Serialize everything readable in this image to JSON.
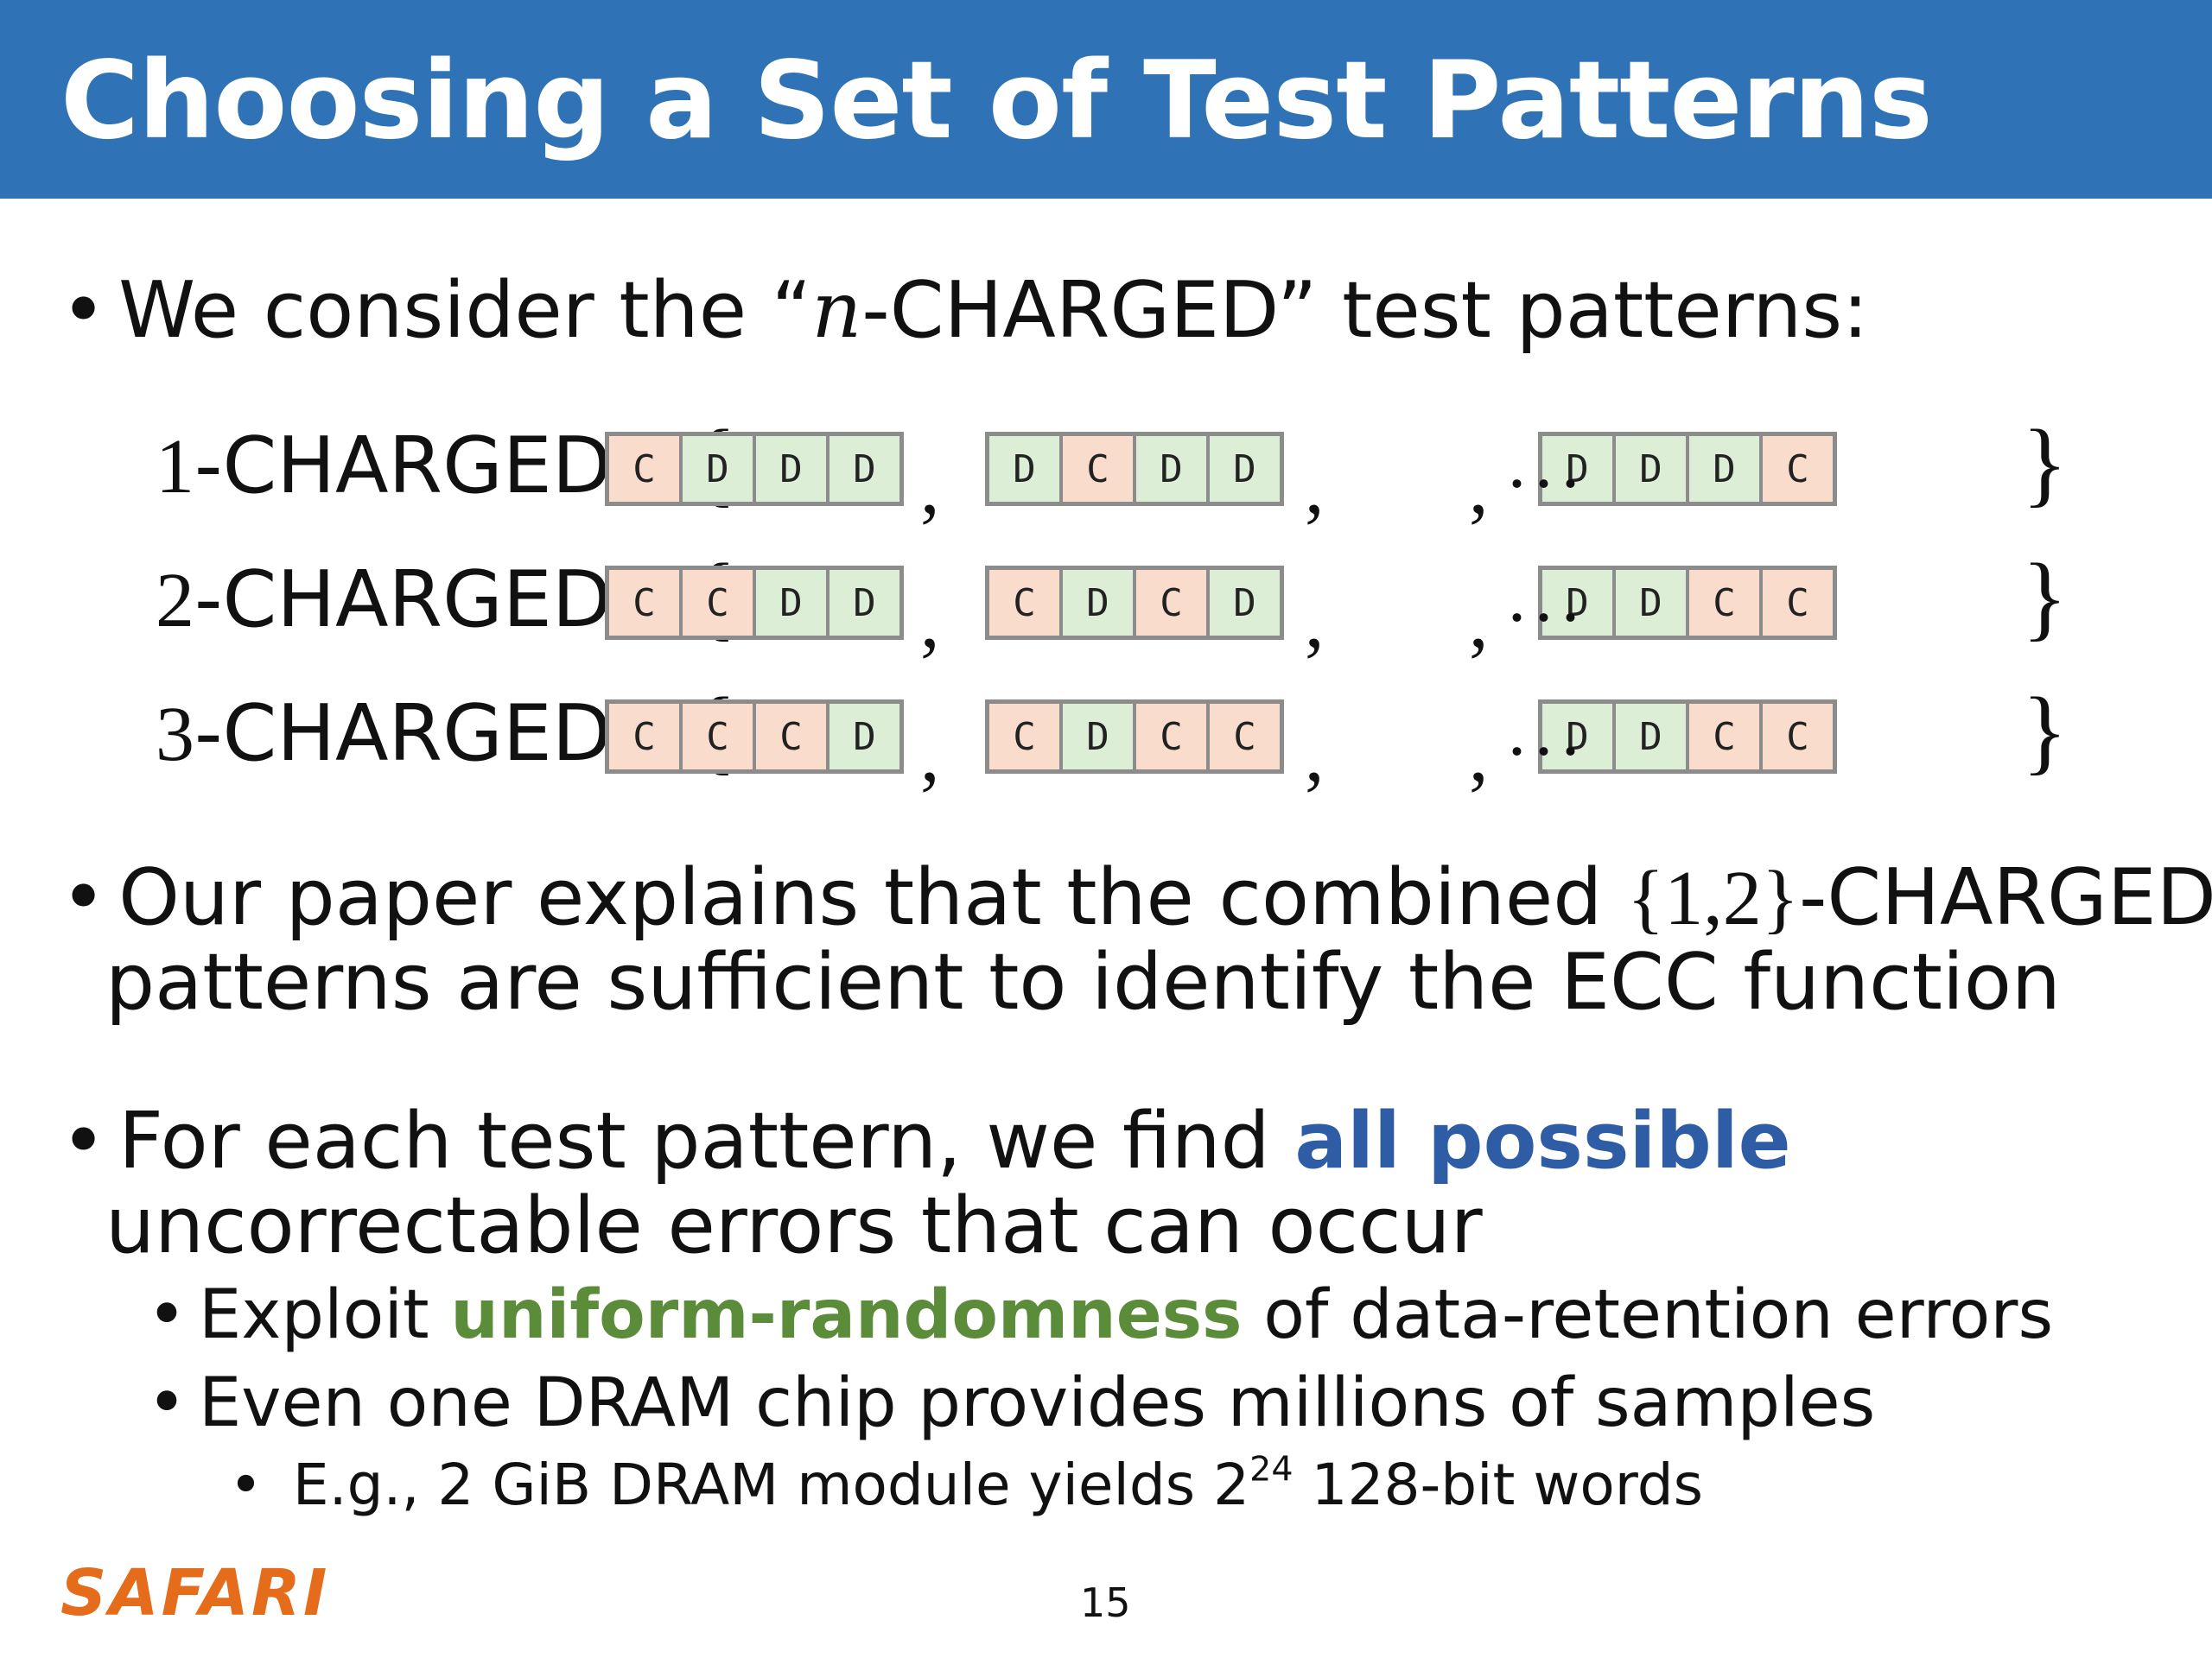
{
  "slide": {
    "title": "Choosing a Set of Test Patterns",
    "page_number": "15",
    "logo_text": "SAFARI",
    "bullet_glyph": "•"
  },
  "bullet1": {
    "prefix": "We consider the “",
    "variable": "n",
    "suffix": "-CHARGED” test patterns:"
  },
  "patterns": [
    {
      "number": "1",
      "label": "-CHARGED = ",
      "open_brace": "{",
      "close_brace": "}",
      "words": [
        [
          "C",
          "D",
          "D",
          "D"
        ],
        [
          "D",
          "C",
          "D",
          "D"
        ],
        [
          "D",
          "D",
          "D",
          "C"
        ]
      ]
    },
    {
      "number": "2",
      "label": "-CHARGED = ",
      "open_brace": "{",
      "close_brace": "}",
      "words": [
        [
          "C",
          "C",
          "D",
          "D"
        ],
        [
          "C",
          "D",
          "C",
          "D"
        ],
        [
          "D",
          "D",
          "C",
          "C"
        ]
      ]
    },
    {
      "number": "3",
      "label": "-CHARGED = ",
      "open_brace": "{",
      "close_brace": "}",
      "words": [
        [
          "C",
          "C",
          "C",
          "D"
        ],
        [
          "C",
          "D",
          "C",
          "C"
        ],
        [
          "D",
          "D",
          "C",
          "C"
        ]
      ]
    }
  ],
  "separators": {
    "comma": ",",
    "ellipsis": "..."
  },
  "bullet2": {
    "line1_prefix": "Our paper explains that the combined ",
    "set": "{1,2}",
    "line1_suffix": "-CHARGED",
    "line2": "patterns are sufficient to identify the ECC function"
  },
  "bullet3": {
    "line1_prefix": "For each test pattern, we find ",
    "line1_highlight": "all possible",
    "line2": "uncorrectable errors that can occur"
  },
  "sub_bullets": [
    {
      "prefix": "Exploit ",
      "highlight": "uniform-randomness",
      "suffix": " of data-retention errors"
    },
    {
      "text": "Even one DRAM chip provides millions of samples"
    }
  ],
  "sub_sub_bullet": {
    "prefix": "E.g., 2 GiB DRAM module yields 2",
    "exponent": "24",
    "suffix": " 128-bit words"
  },
  "colors": {
    "header_bg": "#2f72b5",
    "blue_highlight": "#2e5ca5",
    "green_highlight": "#5b8c3a",
    "charged_cell": "#f9dccc",
    "discharged_cell": "#dcefd6",
    "logo": "#e46c1b"
  }
}
